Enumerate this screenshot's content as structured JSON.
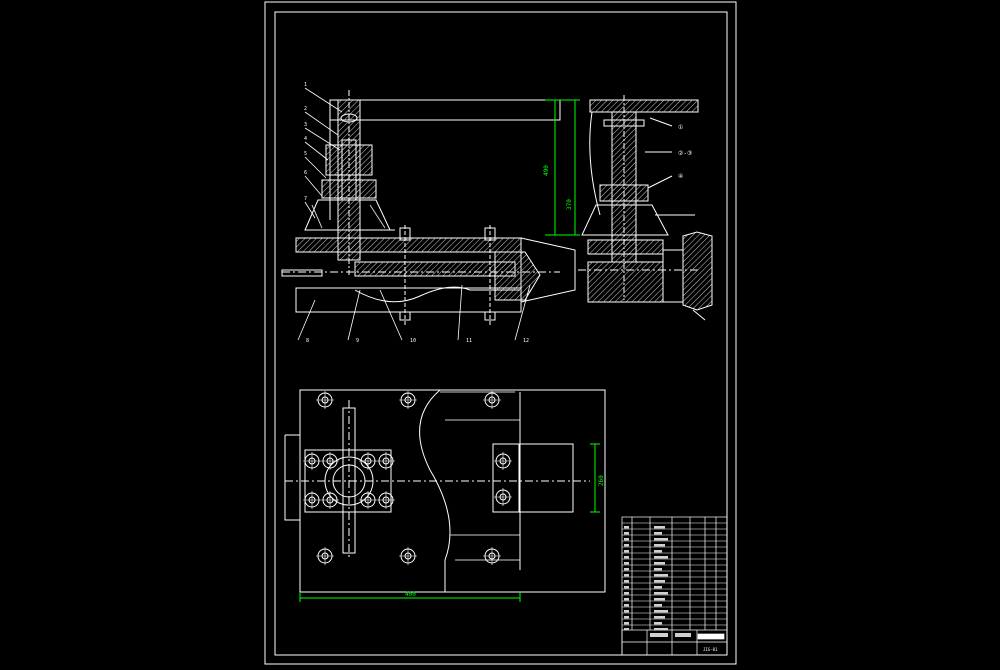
{
  "colors": {
    "background": "#000000",
    "line": "#ffffff",
    "dimension": "#00ff00",
    "hatch": "#c8c8c8"
  },
  "callouts": [
    "1",
    "2",
    "3",
    "4",
    "5",
    "6",
    "7",
    "8",
    "9",
    "10",
    "11",
    "12"
  ],
  "side_callouts": [
    "①",
    "②-③",
    "④"
  ],
  "dimensions": {
    "height_main": "490",
    "height_inner": "370",
    "plan_width": "400",
    "plan_height": "260"
  },
  "side_view_caption": "",
  "title_block": {
    "drawing_no": "JIG-01"
  }
}
